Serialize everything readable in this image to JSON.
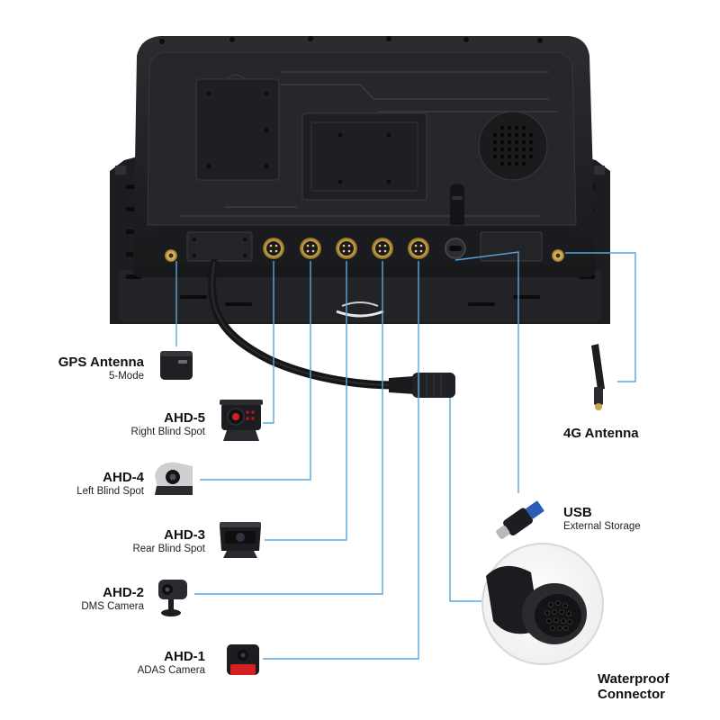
{
  "left_labels": [
    {
      "title": "GPS Antenna",
      "subtitle": "5-Mode"
    },
    {
      "title": "AHD-5",
      "subtitle": "Right Blind Spot"
    },
    {
      "title": "AHD-4",
      "subtitle": "Left Blind Spot"
    },
    {
      "title": "AHD-3",
      "subtitle": "Rear Blind Spot"
    },
    {
      "title": "AHD-2",
      "subtitle": "DMS Camera"
    },
    {
      "title": "AHD-1",
      "subtitle": "ADAS Camera"
    }
  ],
  "right_labels": {
    "antenna_4g": {
      "title": "4G Antenna"
    },
    "usb": {
      "title": "USB",
      "subtitle": "External Storage"
    },
    "connector": {
      "title_line1": "Waterproof",
      "title_line2": "Connector"
    }
  },
  "colors": {
    "leader_line": "#5aa6dd",
    "device_body": "#1f2023",
    "connector_ring": "#c9a24a",
    "camera_red": "#d42020"
  },
  "icons": [
    "gps-antenna-icon",
    "right-blind-spot-camera-icon",
    "left-blind-spot-camera-icon",
    "rear-blind-spot-camera-icon",
    "dms-camera-icon",
    "adas-camera-icon",
    "4g-antenna-icon",
    "usb-adapter-icon",
    "waterproof-connector-icon"
  ]
}
